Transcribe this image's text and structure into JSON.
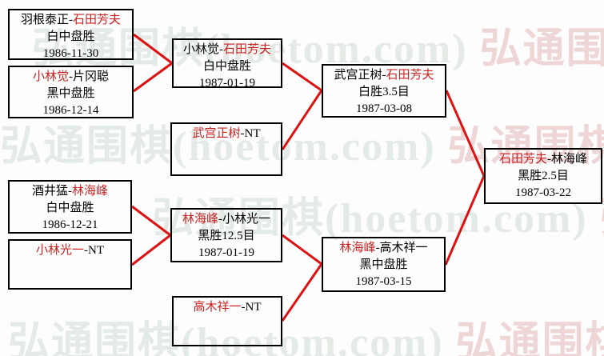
{
  "watermark": {
    "text": "弘通围棋(hoetom.com)"
  },
  "colors": {
    "connector_line": "#dd1111",
    "winner_name_red": "#cc2222",
    "box_border": "#000000",
    "background": "#fdfdfd"
  },
  "bracket": {
    "type": "tournament-bracket",
    "matches": [
      {
        "pre": "羽根泰正-",
        "red": "石田芳夫",
        "post": "",
        "result": "白中盘胜",
        "date": "1986-11-30"
      },
      {
        "pre": "",
        "red": "小林觉",
        "post": "-片冈聪",
        "result": "黑中盘胜",
        "date": "1986-12-14"
      },
      {
        "pre": "酒井猛-",
        "red": "林海峰",
        "post": "",
        "result": "白中盘胜",
        "date": "1986-12-21"
      },
      {
        "pre": "",
        "red": "小林光一",
        "post": "-NT",
        "result": "",
        "date": ""
      },
      {
        "pre": "小林觉-",
        "red": "石田芳夫",
        "post": "",
        "result": "白中盘胜",
        "date": "1987-01-19"
      },
      {
        "pre": "",
        "red": "武宫正树",
        "post": "-NT",
        "result": "",
        "date": ""
      },
      {
        "pre": "",
        "red": "林海峰",
        "post": "-小林光一",
        "result": "黑胜12.5目",
        "date": "1987-01-19"
      },
      {
        "pre": "",
        "red": "高木祥一",
        "post": "-NT",
        "result": "",
        "date": ""
      },
      {
        "pre": "武宫正树-",
        "red": "石田芳夫",
        "post": "",
        "result": "白胜3.5目",
        "date": "1987-03-08"
      },
      {
        "pre": "",
        "red": "林海峰",
        "post": "-高木祥一",
        "result": "黑中盘胜",
        "date": "1987-03-15"
      },
      {
        "pre": "",
        "red": "石田芳夫",
        "post": "-林海峰",
        "result": "黑胜2.5目",
        "date": "1987-03-22"
      }
    ]
  }
}
